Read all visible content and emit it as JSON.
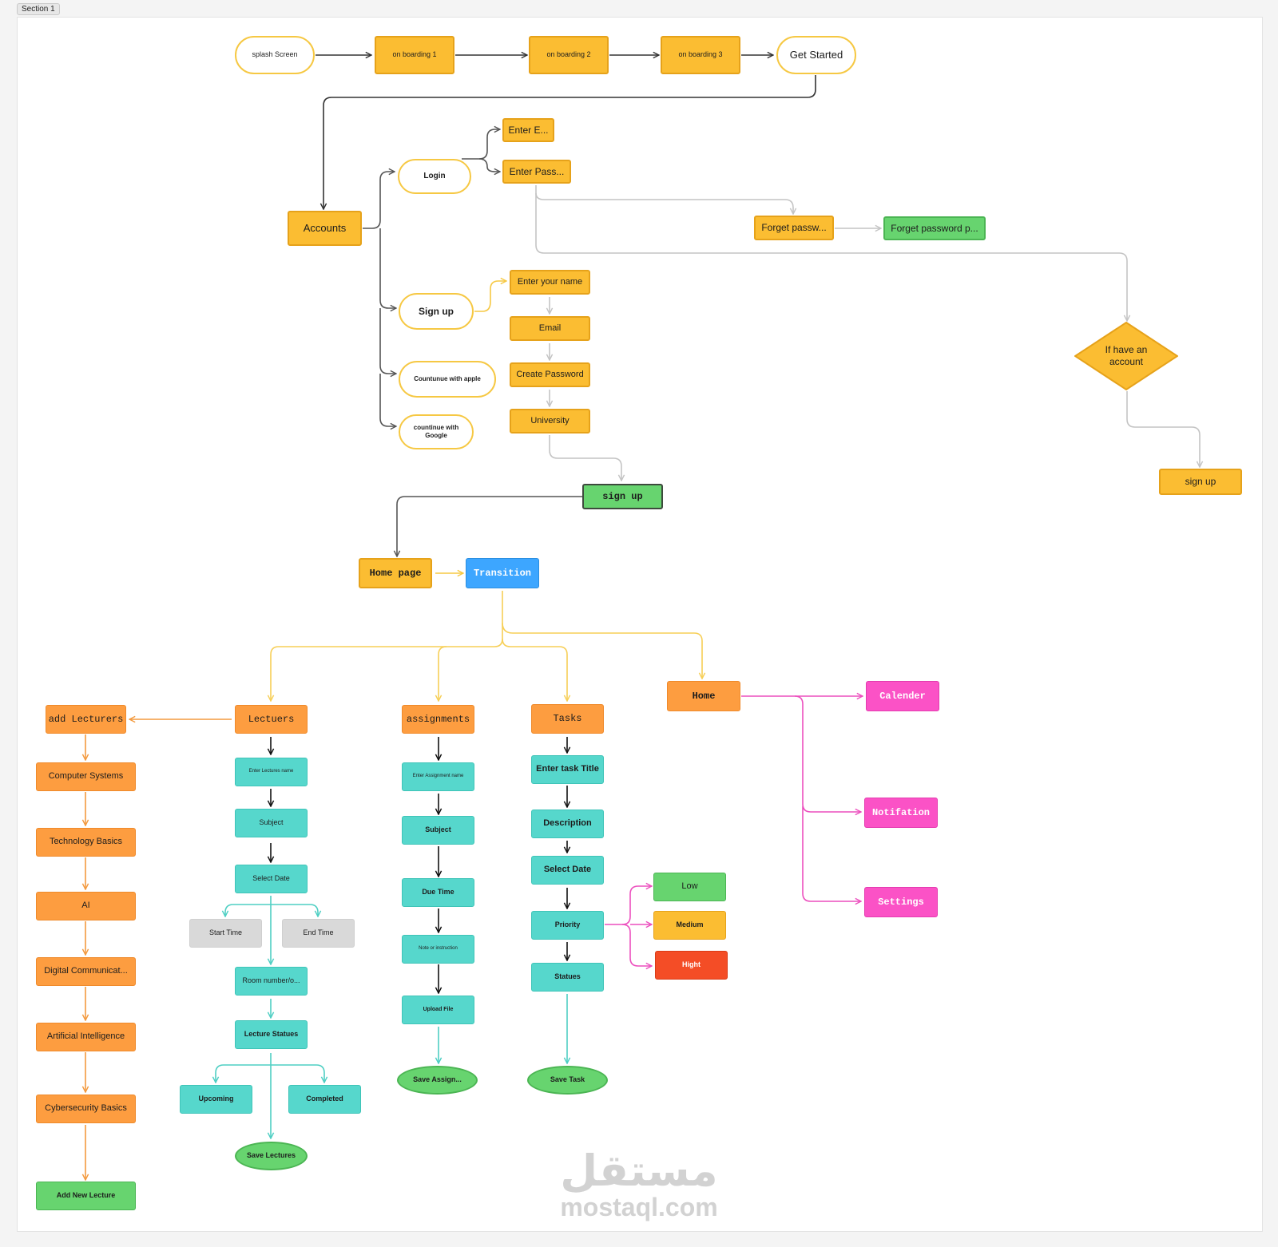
{
  "section_label": "Section 1",
  "nodes": {
    "splash": "splash Screen",
    "onb1": "on boarding 1",
    "onb2": "on boarding 2",
    "onb3": "on boarding 3",
    "get_started": "Get Started",
    "accounts": "Accounts",
    "login": "Login",
    "enter_email": "Enter E...",
    "enter_pass": "Enter Pass...",
    "forget1": "Forget passw...",
    "forget2": "Forget password p...",
    "signup": "Sign up",
    "enter_name": "Enter your name",
    "email": "Email",
    "create_pass": "Create Password",
    "university": "University",
    "apple": "Countunue with apple",
    "google": "countinue with Google",
    "decision": "If have an account",
    "signup_right": "sign up",
    "signup_green": "sign up",
    "home_page": "Home page",
    "transition": "Transition",
    "home": "Home",
    "calender": "Calender",
    "notifation": "Notifation",
    "settings": "Settings",
    "add_lecturers": "add Lecturers",
    "computer_systems": "Computer Systems",
    "tech_basics": "Technology Basics",
    "ai": "AI",
    "digital": "Digital Communicat...",
    "artificial": "Artificial Intelligence",
    "cyber": "Cybersecurity Basics",
    "add_new_lecture": "Add New Lecture",
    "lectuers": "Lectuers",
    "lect_name": "Enter Lectures name",
    "lect_subject": "Subject",
    "lect_date": "Select Date",
    "start_time": "Start Time",
    "end_time": "End Time",
    "room": "Room number/o...",
    "lect_status": "Lecture Statues",
    "upcoming": "Upcoming",
    "completed": "Completed",
    "save_lectures": "Save Lectures",
    "assignments": "assignments",
    "assign_name": "Enter Assignment name",
    "assign_subject": "Subject",
    "due_time": "Due Time",
    "note": "Note or instruction",
    "upload": "Upload File",
    "save_assign": "Save Assign...",
    "tasks": "Tasks",
    "task_title": "Enter task Title",
    "description": "Description",
    "task_date": "Select Date",
    "priority": "Priority",
    "statues": "Statues",
    "save_task": "Save Task",
    "low": "Low",
    "medium": "Medium",
    "hight": "Hight"
  },
  "watermark": {
    "arabic": "مستقل",
    "latin": "mostaql.com"
  },
  "colors": {
    "yellow": "#fbbd32",
    "green": "#67d46f",
    "orange": "#fd9d40",
    "teal": "#56d7cc",
    "blue": "#3da6ff",
    "pink": "#fb52c6",
    "red": "#f44d26",
    "gray": "#d9d9d9"
  }
}
